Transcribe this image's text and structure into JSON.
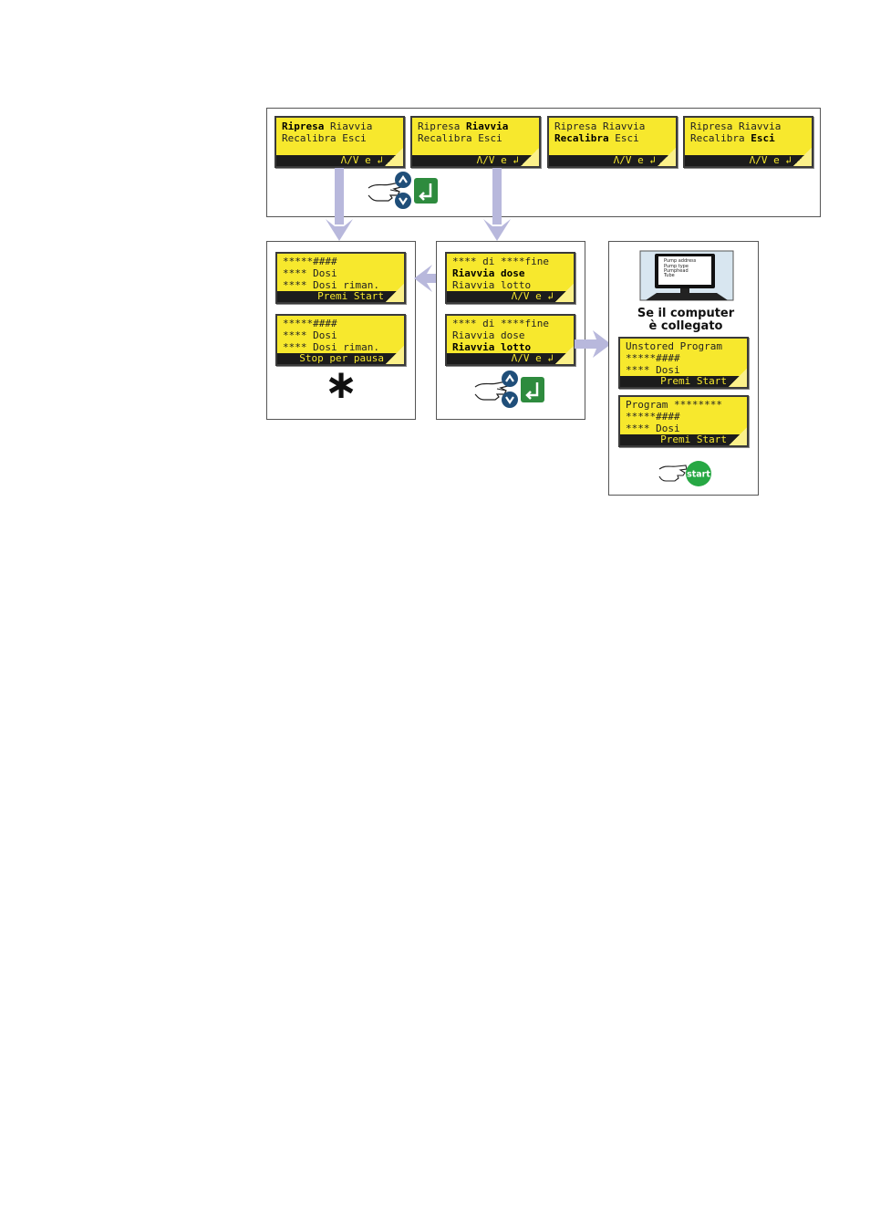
{
  "top_panel": {
    "screens": [
      {
        "line1": [
          {
            "t": "Ripresa",
            "b": true
          },
          {
            "t": " Riavvia",
            "b": false
          }
        ],
        "line2": [
          {
            "t": "Recalibra Esci",
            "b": false
          }
        ],
        "bar": "Λ/V e ↲"
      },
      {
        "line1": [
          {
            "t": "Ripresa ",
            "b": false
          },
          {
            "t": "Riavvia",
            "b": true
          }
        ],
        "line2": [
          {
            "t": "Recalibra Esci",
            "b": false
          }
        ],
        "bar": "Λ/V e ↲"
      },
      {
        "line1": [
          {
            "t": "Ripresa Riavvia",
            "b": false
          }
        ],
        "line2": [
          {
            "t": "Recalibra",
            "b": true
          },
          {
            "t": " Esci",
            "b": false
          }
        ],
        "bar": "Λ/V e ↲"
      },
      {
        "line1": [
          {
            "t": "Ripresa Riavvia",
            "b": false
          }
        ],
        "line2": [
          {
            "t": "Recalibra ",
            "b": false
          },
          {
            "t": "Esci",
            "b": true
          }
        ],
        "bar": "Λ/V e ↲"
      }
    ]
  },
  "left_panel": {
    "screen_a": {
      "l1": "*****####",
      "l2": "**** Dosi",
      "l3": "**** Dosi riman.",
      "bar": "Premi Start"
    },
    "screen_b": {
      "l1": "*****####",
      "l2": "**** Dosi",
      "l3": "**** Dosi riman.",
      "bar": "Stop per pausa"
    },
    "symbol": "∗"
  },
  "middle_panel": {
    "screen_a": {
      "l1": "**** di ****fine",
      "l2": "Riavvia dose",
      "l3": "Riavvia lotto",
      "bar": "Λ/V e ↲",
      "bold_line": 2
    },
    "screen_b": {
      "l1": "**** di ****fine",
      "l2": "Riavvia dose",
      "l3": "Riavvia lotto",
      "bar": "Λ/V e ↲",
      "bold_line": 3
    }
  },
  "right_panel": {
    "monitor_lines": [
      "Pump address",
      "Pump type",
      "Pumphead",
      "Tube"
    ],
    "caption_line1": "Se il computer",
    "caption_line2": "è collegato",
    "screen_a": {
      "l1": "Unstored Program",
      "l2": "*****####",
      "l3": "**** Dosi",
      "bar": "Premi Start"
    },
    "screen_b": {
      "l1": "Program ********",
      "l2": "*****####",
      "l3": "**** Dosi",
      "bar": "Premi Start"
    },
    "start_label": "start"
  },
  "colors": {
    "lcd_yellow": "#f7e82d",
    "arrow_lavender": "#b8b8dc",
    "key_navy": "#1f4e79",
    "key_green": "#2e8b3e",
    "start_green": "#27a844"
  }
}
